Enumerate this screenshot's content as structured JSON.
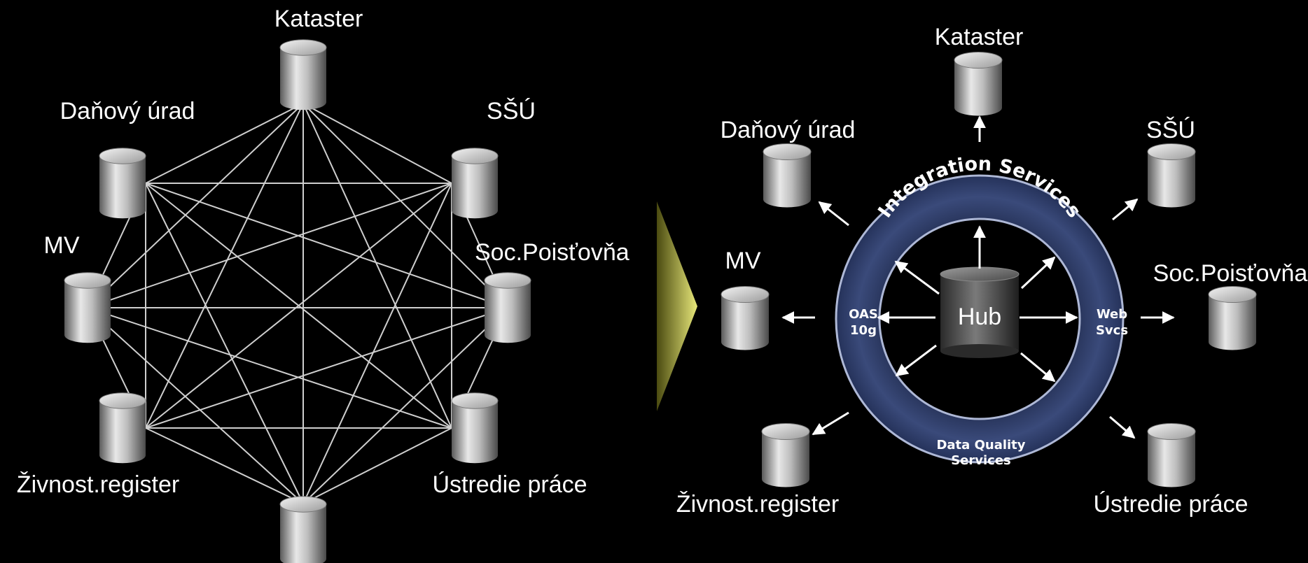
{
  "left_diagram": {
    "nodes": [
      {
        "id": "kataster",
        "label": "Kataster"
      },
      {
        "id": "sso",
        "label": "SŠÚ"
      },
      {
        "id": "soc",
        "label": "Soc.Poisťovňa"
      },
      {
        "id": "ustredie",
        "label": "Ústredie práce"
      },
      {
        "id": "bottom",
        "label": ""
      },
      {
        "id": "zivnost",
        "label": "Živnost.register"
      },
      {
        "id": "mv",
        "label": "MV"
      },
      {
        "id": "danovy",
        "label": "Daňový úrad"
      }
    ]
  },
  "right_diagram": {
    "ring_top": "Integration Services",
    "ring_left": [
      "OAS",
      "10g"
    ],
    "ring_right": [
      "Web",
      "Svcs"
    ],
    "ring_bottom": [
      "Data Quality",
      "Services"
    ],
    "hub_label": "Hub",
    "nodes": [
      {
        "id": "kataster",
        "label": "Kataster"
      },
      {
        "id": "danovy",
        "label": "Daňový úrad"
      },
      {
        "id": "sso",
        "label": "SŠÚ"
      },
      {
        "id": "mv",
        "label": "MV"
      },
      {
        "id": "soc",
        "label": "Soc.Poisťovňa"
      },
      {
        "id": "zivnost",
        "label": "Živnost.register"
      },
      {
        "id": "ustredie",
        "label": "Ústredie práce"
      }
    ]
  },
  "colors": {
    "background": "#000000",
    "ring": "#2e3d66",
    "ring_edge": "#aeb8d6",
    "mesh_line": "#cfcfcf",
    "transition_arrow": "#d6d66a"
  }
}
